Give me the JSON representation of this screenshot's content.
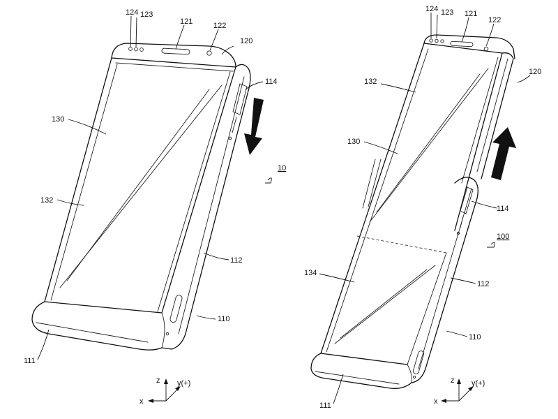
{
  "left": {
    "labels": {
      "l124": "124",
      "l123": "123",
      "l121": "121",
      "l122": "122",
      "l120": "120",
      "l114": "114",
      "l130": "130",
      "l10": "10",
      "l132": "132",
      "l112": "112",
      "l110": "110",
      "l111": "111"
    },
    "axes": {
      "z": "z",
      "y": "y(+)",
      "x": "x"
    }
  },
  "right": {
    "labels": {
      "l124": "124",
      "l123": "123",
      "l121": "121",
      "l122": "122",
      "l132": "132",
      "l120": "120",
      "l130": "130",
      "l114": "114",
      "l100": "100",
      "l134": "134",
      "l112": "112",
      "l110": "110",
      "l111": "111"
    },
    "axes": {
      "z": "z",
      "y": "y(+)",
      "x": "x"
    }
  }
}
